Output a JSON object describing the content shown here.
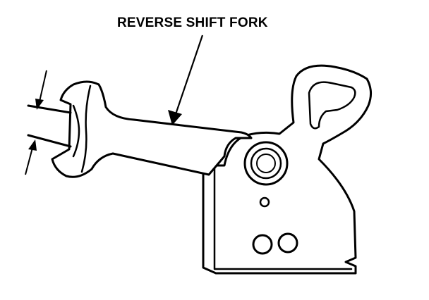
{
  "diagram": {
    "callout": {
      "label": "REVERSE SHIFT FORK"
    },
    "colors": {
      "ink": "#000000",
      "paper": "#ffffff"
    },
    "parts": [
      {
        "name": "reverse-shift-fork",
        "icon": "fork-shape"
      },
      {
        "name": "shift-rod",
        "icon": "rod-shape"
      },
      {
        "name": "fork-bracket",
        "icon": "bracket-shape"
      }
    ]
  }
}
